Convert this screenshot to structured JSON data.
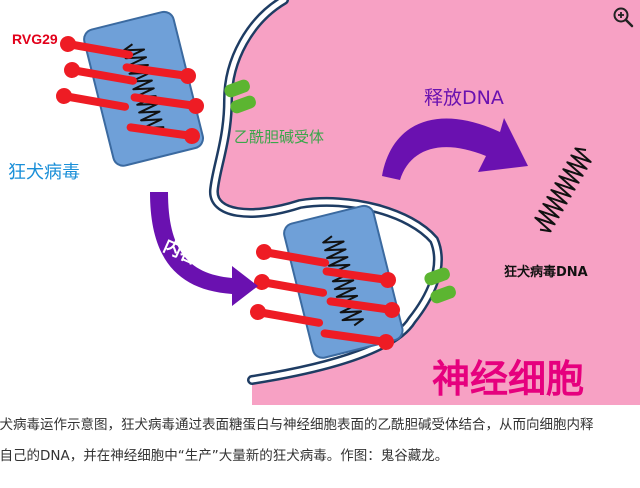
{
  "figure": {
    "labels": {
      "glycoprotein": "RVG29",
      "virus": "狂犬病毒",
      "receptor": "乙酰胆碱受体",
      "endocytosis": "内吞",
      "release": "释放DNA",
      "viral_dna": "狂犬病毒DNA",
      "nerve_cell": "神经细胞"
    },
    "colors": {
      "cell": "#f7a1c4",
      "membrane": "#1e3c63",
      "virus_body": "#6fa0d8",
      "glycoprotein": "#ee1c24",
      "receptor": "#5cb531",
      "arrow": "#6a11b0",
      "nerve_cell_text": "#e6007e",
      "label_blue": "#1a8fd8",
      "label_red": "#e2001a"
    }
  },
  "caption": {
    "line1": "狂犬病毒运作示意图，狂犬病毒通过表面糖蛋白与神经细胞表面的乙酰胆碱受体结合，从而向细胞内释",
    "line2": "放自己的DNA，并在神经细胞中“生产”大量新的狂犬病毒。作图：鬼谷藏龙。"
  },
  "zoom_icon": "zoom-in-icon"
}
